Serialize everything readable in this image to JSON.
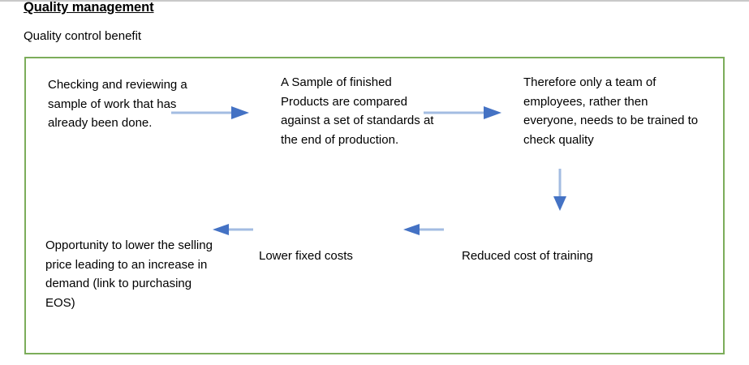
{
  "document": {
    "title": "Quality management",
    "subtitle": "Quality control benefit"
  },
  "diagram": {
    "border_color": "#7cad5a",
    "arrow_line_color": "#a3bce2",
    "arrow_head_color": "#4472c4",
    "nodes": [
      {
        "id": "checking",
        "text": "Checking and reviewing a sample of work that has already been done."
      },
      {
        "id": "sample",
        "text": "A Sample of finished Products are compared against a set of standards at the end of production."
      },
      {
        "id": "therefore",
        "text": "Therefore only a team of employees, rather then everyone, needs to be trained to check quality"
      },
      {
        "id": "opportunity",
        "text": "Opportunity to lower the selling price leading to an increase in demand (link to purchasing EOS)"
      },
      {
        "id": "lower-fixed-costs",
        "text": "Lower fixed costs"
      },
      {
        "id": "reduced-cost-of-training",
        "text": "Reduced cost of training"
      }
    ],
    "arrows": [
      {
        "id": "arrow-1",
        "direction": "right",
        "from": "checking",
        "to": "sample"
      },
      {
        "id": "arrow-2",
        "direction": "right",
        "from": "sample",
        "to": "therefore"
      },
      {
        "id": "arrow-3",
        "direction": "down",
        "from": "therefore",
        "to": "reduced-cost-of-training"
      },
      {
        "id": "arrow-4",
        "direction": "left",
        "from": "lower-fixed-costs",
        "to": "opportunity"
      },
      {
        "id": "arrow-5",
        "direction": "left",
        "from": "reduced-cost-of-training",
        "to": "lower-fixed-costs"
      }
    ]
  }
}
